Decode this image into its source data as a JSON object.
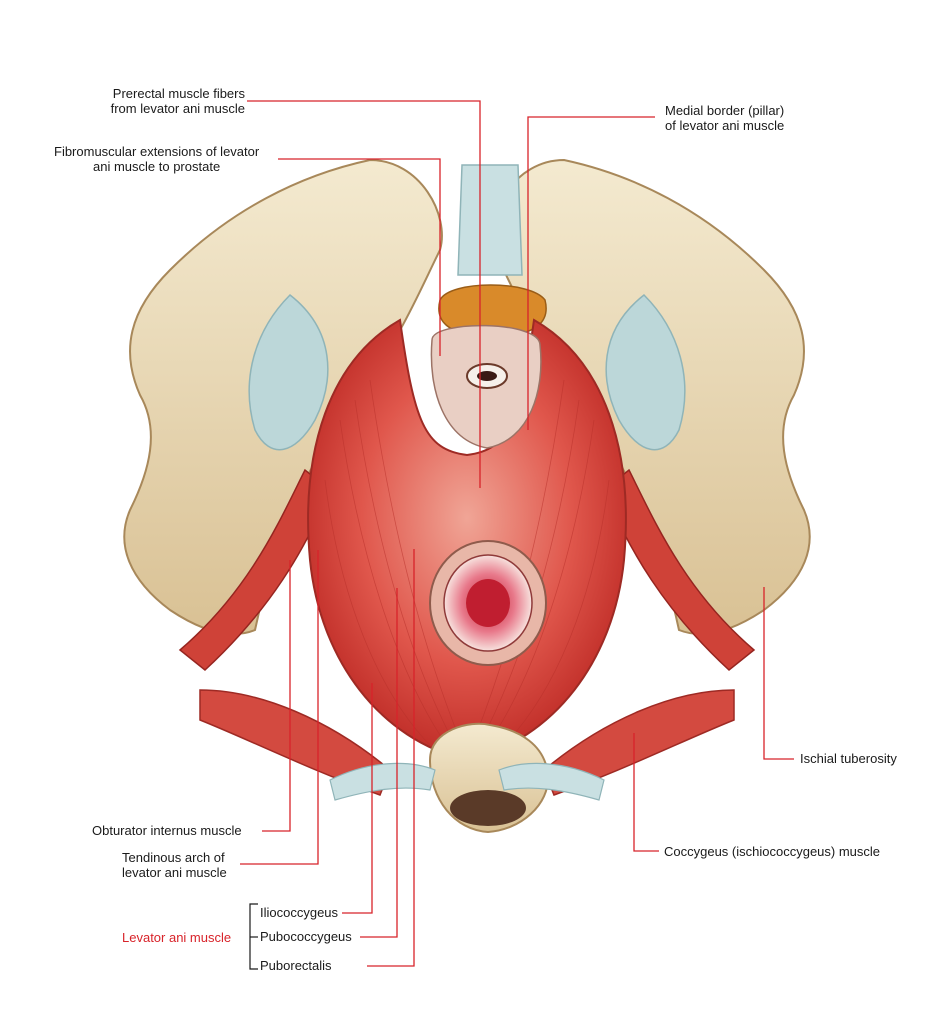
{
  "labels": {
    "prerectal_1": "Prerectal muscle fibers",
    "prerectal_2": "from levator ani muscle",
    "fibromuscular_1": "Fibromuscular extensions of levator",
    "fibromuscular_2": "ani muscle to prostate",
    "medial_border_1": "Medial border (pillar)",
    "medial_border_2": "of levator ani muscle",
    "ischial_tuberosity": "Ischial tuberosity",
    "obturator_internus": "Obturator internus muscle",
    "tendinous_arch_1": "Tendinous arch of",
    "tendinous_arch_2": "levator ani muscle",
    "coccygeus": "Coccygeus (ischiococcygeus) muscle",
    "levator_ani_group": "Levator ani muscle",
    "iliococcygeus": "Iliococcygeus",
    "pubococcygeus": "Pubococcygeus",
    "puborectalis": "Puborectalis"
  },
  "colors": {
    "leader_line": "#d8232a",
    "group_label": "#d8232a",
    "bone": "#eadcb8",
    "muscle": "#d9453f",
    "ligament": "#bcd7d9",
    "background": "#ffffff"
  }
}
